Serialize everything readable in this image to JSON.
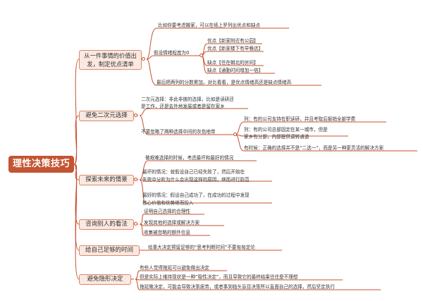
{
  "root": "理性决策技巧",
  "b1": {
    "label1": "从一件事情的价值出",
    "label2": "发，制定优点清单",
    "leaf_a": "比如你要考虑搬家，可以在纸上罗列出优点和缺点",
    "leaf_b": "假设情绪程度为0",
    "leaf_b1a": "优点【新家附近有公园】",
    "leaf_b1b": "优点【新家楼下有早餐店】",
    "leaf_b2a": "缺点【住在朝北的房间】",
    "leaf_b2b": "缺点【通勤时间增加一倍】",
    "leaf_c": "最后把两列的分数累加，对比看看，是优点情绪高还是缺点情绪高"
  },
  "b2": {
    "label": "避免二次元选择",
    "leaf_a1": "二次元选择：非此非彼的选择，比如是读研还",
    "leaf_a2": "是工作，还是去外地发展或者是留在家乡",
    "leaf_b": "不要忽略了两种选择中间的灰色地带",
    "leaf_b1": "列：有的公司支持在职读研，并且考取后报销全部学费",
    "leaf_b2a": "列：有的公司总部固定在某一城市，但是",
    "leaf_b2b": "家乡有分部，内部提供调转通道",
    "leaf_b3": "有时候：正确的选择并不是“二选一”，而是另一种更灵活的解决方案"
  },
  "b3": {
    "label": "探索未来的情景",
    "leaf_a": "做艰难选择的时候，考虑最坏和最好的情况",
    "leaf_b1": "最坏的情况：就假设自己已经失败了，然后开始在",
    "leaf_b2": "失败中分析为什么会出现这样的原因，继而进行防范",
    "leaf_c1": "最好的情况：假设自己成功了，在成功的过程中发现",
    "leaf_c2": "核心价值和优势继而投入"
  },
  "b4": {
    "label": "咨询别人的看法",
    "leaf_a": "证明自己选择的合理性",
    "leaf_b": "发现其他的选择或解决方案",
    "leaf_c": "收集被忽略的额外信息"
  },
  "b5": {
    "label": "给自己足够的时间",
    "leaf_a": "给重大决定预留足够的“思考判断时间”不要匆匆定论"
  },
  "b6": {
    "label": "避免隐形决定",
    "leaf_a": "有些人觉得拖延可以避免做出决定",
    "leaf_b": "但是实际上维持现状是一种“隐性决定”，而且导致它的最终结果往往是不理想",
    "leaf_c": "拖延做决定，可能会导致决策疲劳，或者事到临头盲目决策所以直面自己的选择，然后坚定执行"
  },
  "colors": {
    "line": "#c8502f",
    "root_bg": "#c35532",
    "branch_bg": "#fbe8e0",
    "branch_border": "#d98a6e"
  }
}
